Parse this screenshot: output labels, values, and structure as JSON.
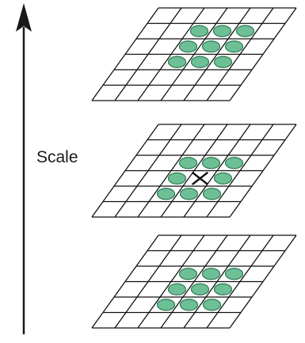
{
  "axis": {
    "label": "Scale",
    "color": "#1a1a1a"
  },
  "grid": {
    "line_color": "#111111",
    "rows": 6,
    "cols": 6
  },
  "samples": {
    "fill": "#6dbf96",
    "stroke": "#2e7a53"
  },
  "layers": [
    {
      "name": "upper-scale",
      "sample_cells": [
        [
          1,
          2
        ],
        [
          1,
          3
        ],
        [
          1,
          4
        ],
        [
          2,
          2
        ],
        [
          2,
          3
        ],
        [
          2,
          4
        ],
        [
          3,
          2
        ],
        [
          3,
          3
        ],
        [
          3,
          4
        ]
      ],
      "center_cell": null
    },
    {
      "name": "current-scale",
      "sample_cells": [
        [
          2,
          2
        ],
        [
          2,
          3
        ],
        [
          2,
          4
        ],
        [
          3,
          2
        ],
        [
          3,
          4
        ],
        [
          4,
          2
        ],
        [
          4,
          3
        ],
        [
          4,
          4
        ]
      ],
      "center_cell": [
        3,
        3
      ],
      "center_marker": "x"
    },
    {
      "name": "lower-scale",
      "sample_cells": [
        [
          2,
          2
        ],
        [
          2,
          3
        ],
        [
          2,
          4
        ],
        [
          3,
          2
        ],
        [
          3,
          3
        ],
        [
          3,
          4
        ],
        [
          4,
          2
        ],
        [
          4,
          3
        ],
        [
          4,
          4
        ]
      ],
      "center_cell": null
    }
  ]
}
